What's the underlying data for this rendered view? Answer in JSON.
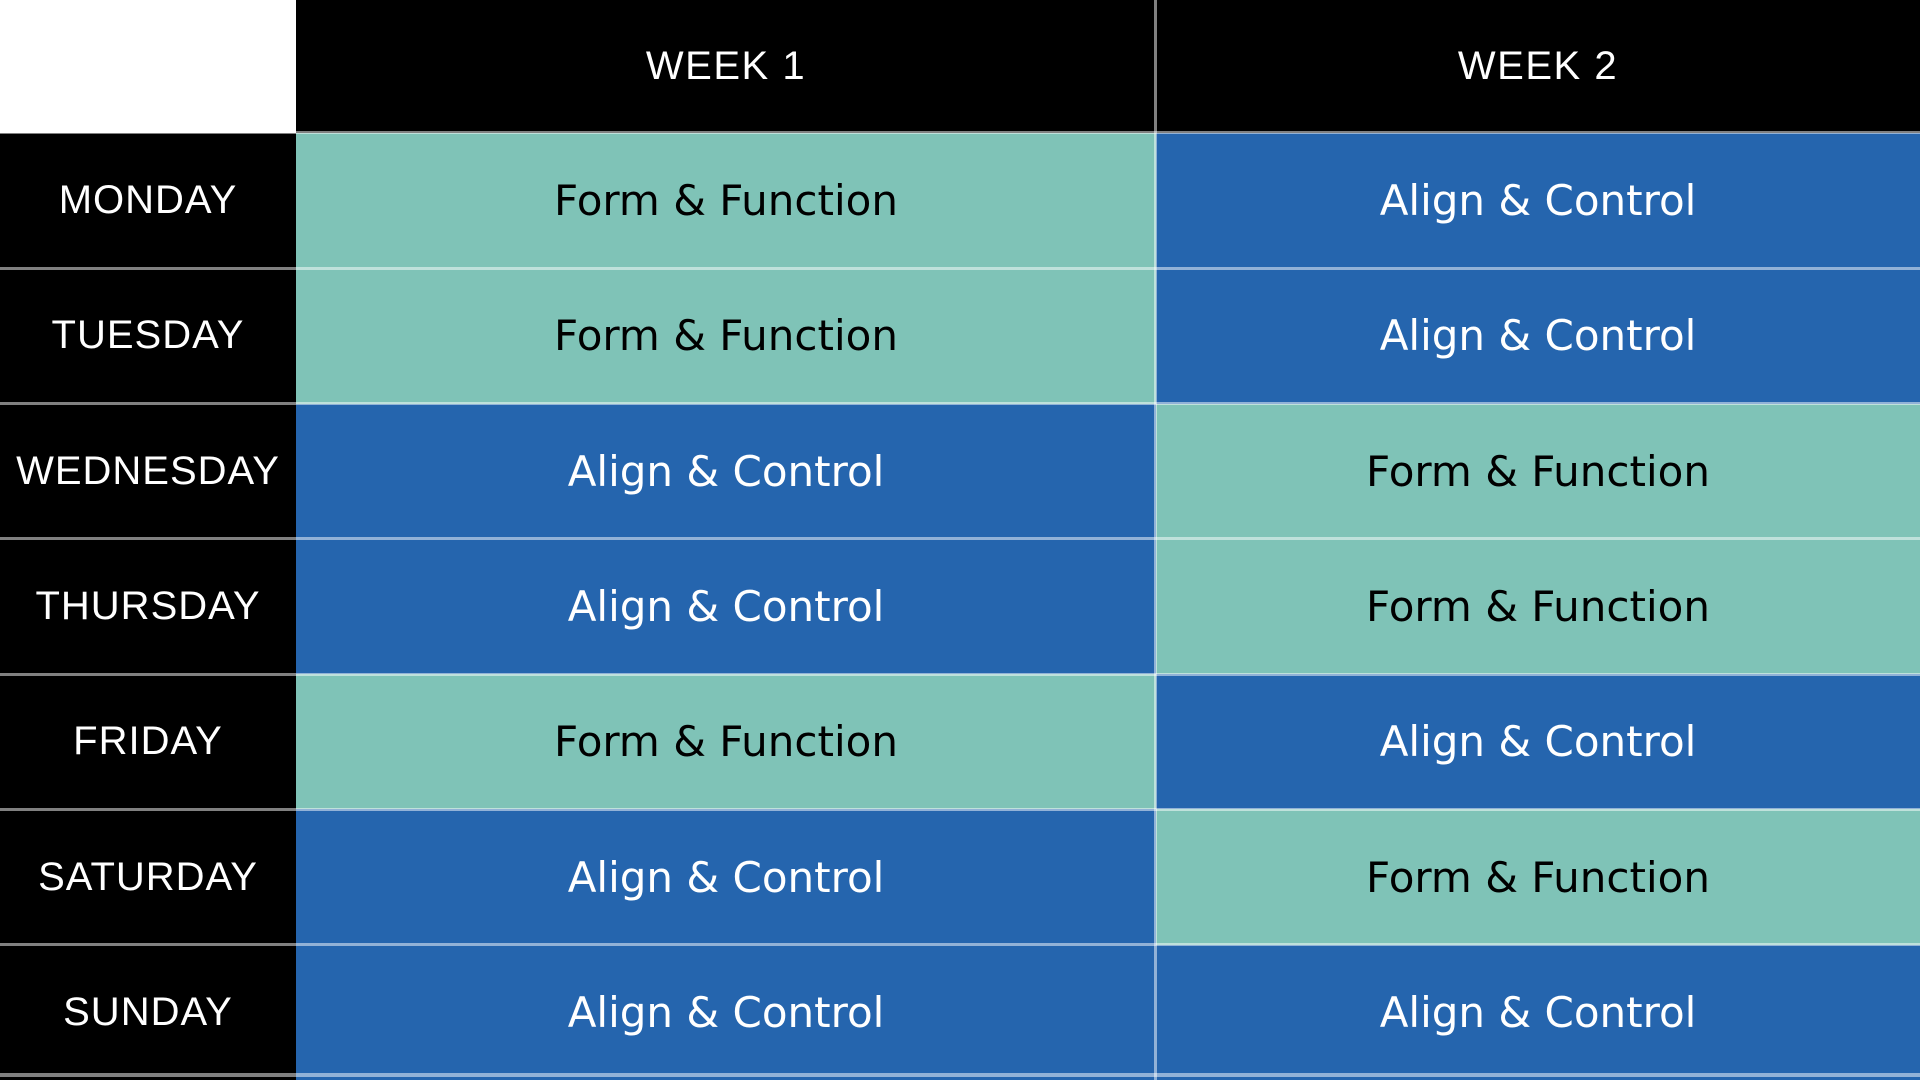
{
  "colors": {
    "teal": "#7FC3B7",
    "blue": "#2565AE",
    "header_bg": "#000000",
    "header_text": "#FFFFFF",
    "teal_cell_text": "#000000",
    "blue_cell_text": "#FFFFFF",
    "gridline": "rgba(255,255,255,0.5)"
  },
  "header": {
    "corner": "",
    "week1": "WEEK 1",
    "week2": "WEEK 2"
  },
  "rows": [
    {
      "day": "MONDAY",
      "week1": {
        "label": "Form & Function",
        "color": "teal"
      },
      "week2": {
        "label": "Align & Control",
        "color": "blue"
      }
    },
    {
      "day": "TUESDAY",
      "week1": {
        "label": "Form & Function",
        "color": "teal"
      },
      "week2": {
        "label": "Align & Control",
        "color": "blue"
      }
    },
    {
      "day": "WEDNESDAY",
      "week1": {
        "label": "Align & Control",
        "color": "blue"
      },
      "week2": {
        "label": "Form & Function",
        "color": "teal"
      }
    },
    {
      "day": "THURSDAY",
      "week1": {
        "label": "Align & Control",
        "color": "blue"
      },
      "week2": {
        "label": "Form & Function",
        "color": "teal"
      }
    },
    {
      "day": "FRIDAY",
      "week1": {
        "label": "Form & Function",
        "color": "teal"
      },
      "week2": {
        "label": "Align & Control",
        "color": "blue"
      }
    },
    {
      "day": "SATURDAY",
      "week1": {
        "label": "Align & Control",
        "color": "blue"
      },
      "week2": {
        "label": "Form & Function",
        "color": "teal"
      }
    },
    {
      "day": "SUNDAY",
      "week1": {
        "label": "Align & Control",
        "color": "blue"
      },
      "week2": {
        "label": "Align & Control",
        "color": "blue"
      }
    }
  ],
  "chart_data": {
    "type": "table",
    "columns": [
      "",
      "WEEK 1",
      "WEEK 2"
    ],
    "rows": [
      [
        "MONDAY",
        "Form & Function",
        "Align & Control"
      ],
      [
        "TUESDAY",
        "Form & Function",
        "Align & Control"
      ],
      [
        "WEDNESDAY",
        "Align & Control",
        "Form & Function"
      ],
      [
        "THURSDAY",
        "Align & Control",
        "Form & Function"
      ],
      [
        "FRIDAY",
        "Form & Function",
        "Align & Control"
      ],
      [
        "SATURDAY",
        "Align & Control",
        "Form & Function"
      ],
      [
        "SUNDAY",
        "Align & Control",
        "Align & Control"
      ]
    ],
    "legend": {
      "Form & Function": "#7FC3B7",
      "Align & Control": "#2565AE"
    }
  }
}
